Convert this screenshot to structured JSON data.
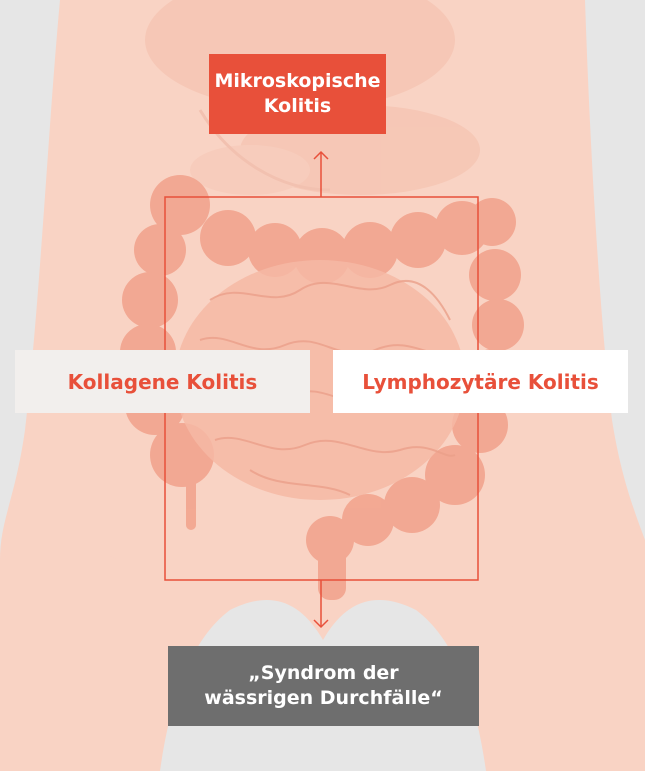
{
  "labels": {
    "top_line1": "Mikroskopische",
    "top_line2": "Kolitis",
    "left": "Kollagene Kolitis",
    "right": "Lymphozytäre Kolitis",
    "bottom_line1": "„Syndrom der",
    "bottom_line2": "wässrigen Durchfälle“"
  },
  "colors": {
    "accent": "#e8503a",
    "skin": "#f9d3c4",
    "gray_background": "#e6e6e6",
    "gray_box": "#6e6e6e",
    "light_box": "#f2efed"
  }
}
